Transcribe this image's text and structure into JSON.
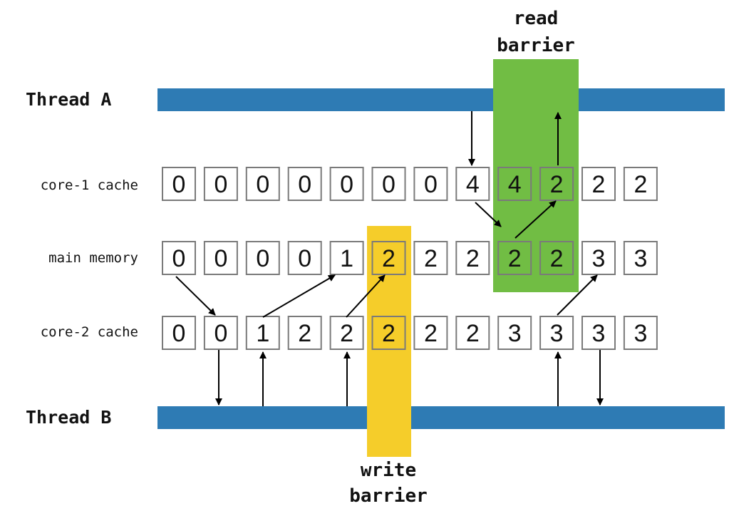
{
  "threads": {
    "a_label": "Thread A",
    "b_label": "Thread B"
  },
  "rows": {
    "core1_label": "core-1 cache",
    "main_label": "main memory",
    "core2_label": "core-2 cache"
  },
  "cells": {
    "core1": [
      "0",
      "0",
      "0",
      "0",
      "0",
      "0",
      "0",
      "4",
      "4",
      "2",
      "2",
      "2"
    ],
    "main": [
      "0",
      "0",
      "0",
      "0",
      "1",
      "2",
      "2",
      "2",
      "2",
      "2",
      "3",
      "3"
    ],
    "core2": [
      "0",
      "0",
      "1",
      "2",
      "2",
      "2",
      "2",
      "2",
      "3",
      "3",
      "3",
      "3"
    ]
  },
  "barriers": {
    "read_line1": "read",
    "read_line2": "barrier",
    "write_line1": "write",
    "write_line2": "barrier"
  },
  "colors": {
    "thread_bar": "#2e7bb4",
    "read_barrier": "#71bd44",
    "write_barrier": "#f5cd2a",
    "cell_border": "#7a7a7a"
  }
}
